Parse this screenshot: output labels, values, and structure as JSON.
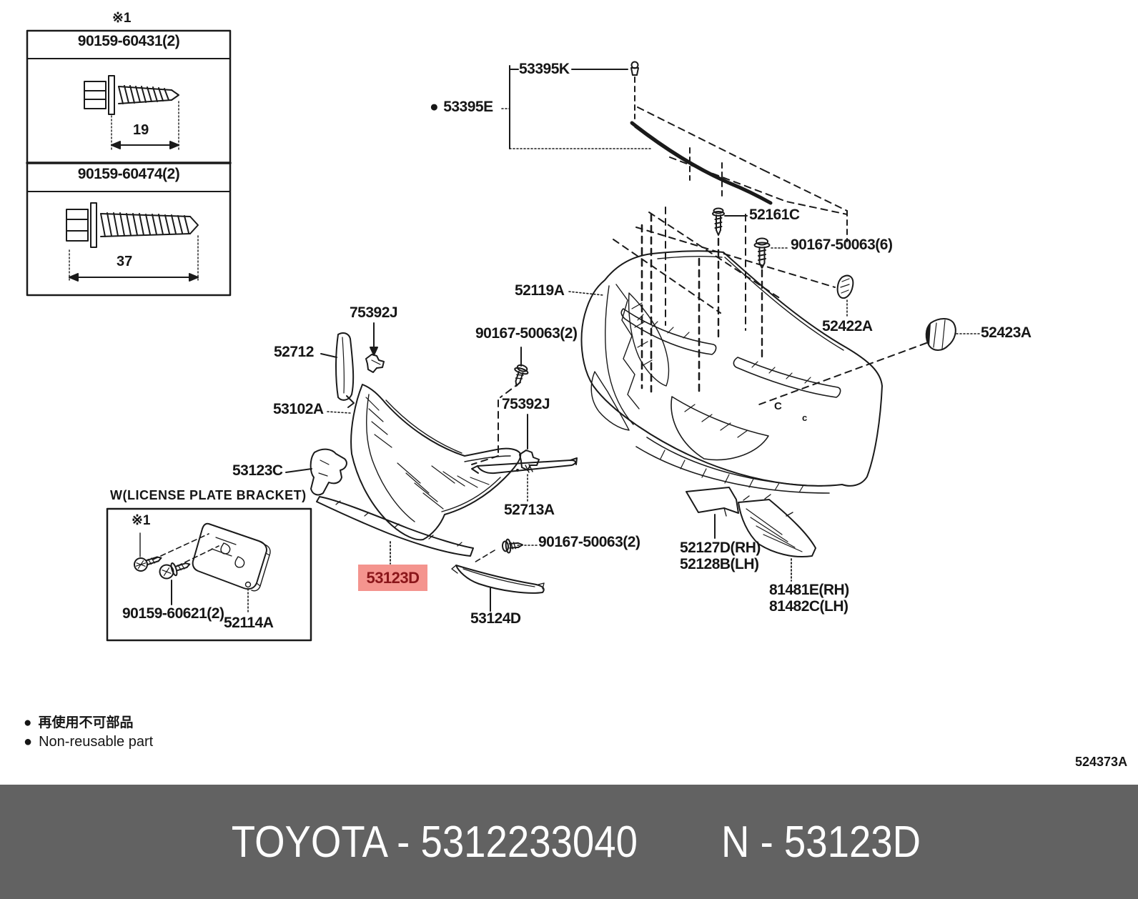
{
  "hardware_box": {
    "ref_mark": "※1",
    "items": [
      {
        "part_number": "90159-60431(2)",
        "length_label": "19"
      },
      {
        "part_number": "90159-60474(2)",
        "length_label": "37"
      }
    ]
  },
  "license_box": {
    "title": "W(LICENSE PLATE BRACKET)",
    "ref_mark": "※1",
    "screw_label": "90159-60621(2)",
    "bracket_label": "52114A"
  },
  "callouts": {
    "seal_clip": "53395K",
    "seal": "53395E",
    "pin": "52161C",
    "screw_six": "90167-50063(6)",
    "bumper_cover": "52119A",
    "clip_right_upper": "52422A",
    "clip_right_outer": "52423A",
    "clip_upper": "75392J",
    "trim_pillar": "52712",
    "grille": "53102A",
    "screw_two_upper": "90167-50063(2)",
    "clip_lower": "75392J",
    "trim_center": "52713A",
    "corner_piece": "53123C",
    "molding_selected": "53123D",
    "molding_lower": "53124D",
    "screw_two_lower": "90167-50063(2)",
    "fog_cover_rh": "52127D(RH)",
    "fog_cover_lh": "52128B(LH)",
    "fog_bezel_rh": "81481E(RH)",
    "fog_bezel_lh": "81482C(LH)",
    "surface_mark_large": "C",
    "surface_mark_small": "c"
  },
  "notes": {
    "bullet": "●",
    "jp": "再使用不可部品",
    "en": "Non-reusable part"
  },
  "diagram_code": "524373A",
  "footer": {
    "brand_part": "TOYOTA - 5312233040",
    "ncode": "N - 53123D"
  },
  "colors": {
    "highlight_bg": "#f4948e",
    "highlight_text": "#8a161a",
    "footer_bg": "#626262",
    "line": "#1a1a1a"
  }
}
